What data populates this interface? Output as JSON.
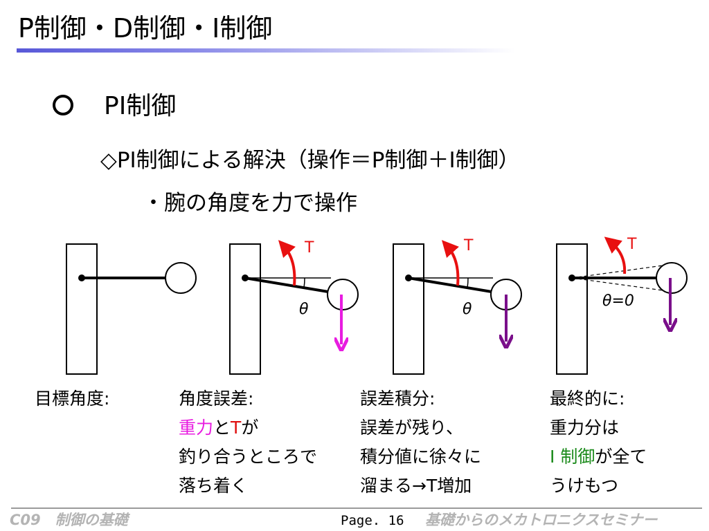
{
  "title": "P制御・D制御・I制御",
  "heading": "PI制御",
  "subheading": "◇PI制御による解決（操作＝P制御＋I制御）",
  "bullet": "・腕の角度を力で操作",
  "diagram": {
    "torque_label": "T",
    "angle_label": "θ",
    "angle_zero_label": "θ=0",
    "colors": {
      "torque": "#e81010",
      "gravity_pink": "#e81ce0",
      "gravity_purple": "#7a0f8a"
    }
  },
  "columns": [
    {
      "heading": "目標角度:",
      "lines": []
    },
    {
      "heading": "角度誤差:",
      "line1_part1": "重力",
      "line1_part2": "と",
      "line1_part3": "T",
      "line1_part4": "が",
      "line2": "釣り合うところで",
      "line3": "落ち着く"
    },
    {
      "heading": "誤差積分:",
      "line1": "誤差が残り、",
      "line2": "積分値に徐々に",
      "line3": "溜まる→T増加"
    },
    {
      "heading": "最終的に:",
      "line1": "重力分は",
      "line2_part1": "I 制御",
      "line2_part2": "が全て",
      "line3": "うけもつ"
    }
  ],
  "footer": {
    "left": "C09　制御の基礎",
    "page": "Page. 16",
    "right": "基礎からのメカトロニクスセミナー"
  }
}
